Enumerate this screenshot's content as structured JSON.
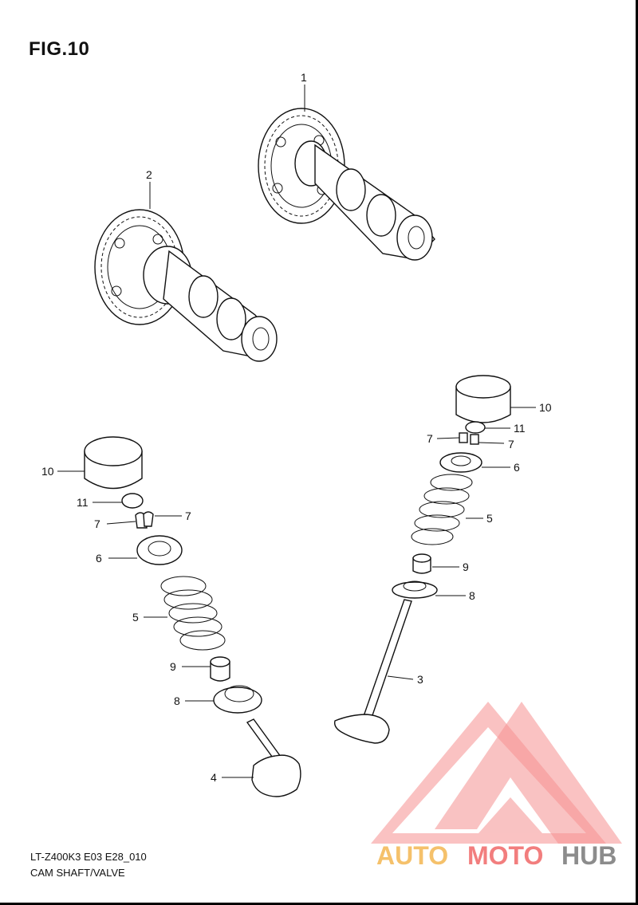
{
  "figure": {
    "title": "FIG.10",
    "model_code": "LT-Z400K3 E03 E28_010",
    "section_name": "CAM SHAFT/VALVE"
  },
  "callouts": {
    "c1": "1",
    "c2": "2",
    "c3": "3",
    "c4": "4",
    "c5_left": "5",
    "c5_right": "5",
    "c6_left": "6",
    "c6_right": "6",
    "c7_left_a": "7",
    "c7_left_b": "7",
    "c7_right_a": "7",
    "c7_right_b": "7",
    "c8_left": "8",
    "c8_right": "8",
    "c9_left": "9",
    "c9_right": "9",
    "c10_left": "10",
    "c10_right": "10",
    "c11_left": "11",
    "c11_right": "11"
  },
  "watermark": {
    "part1": "AUTO",
    "part2": "MOTO",
    "part3": "HUB",
    "colors": {
      "auto": "#f5c16b",
      "moto": "#f27e7e",
      "hub": "#8c8c8c",
      "triangle": "#f26b6b"
    }
  }
}
